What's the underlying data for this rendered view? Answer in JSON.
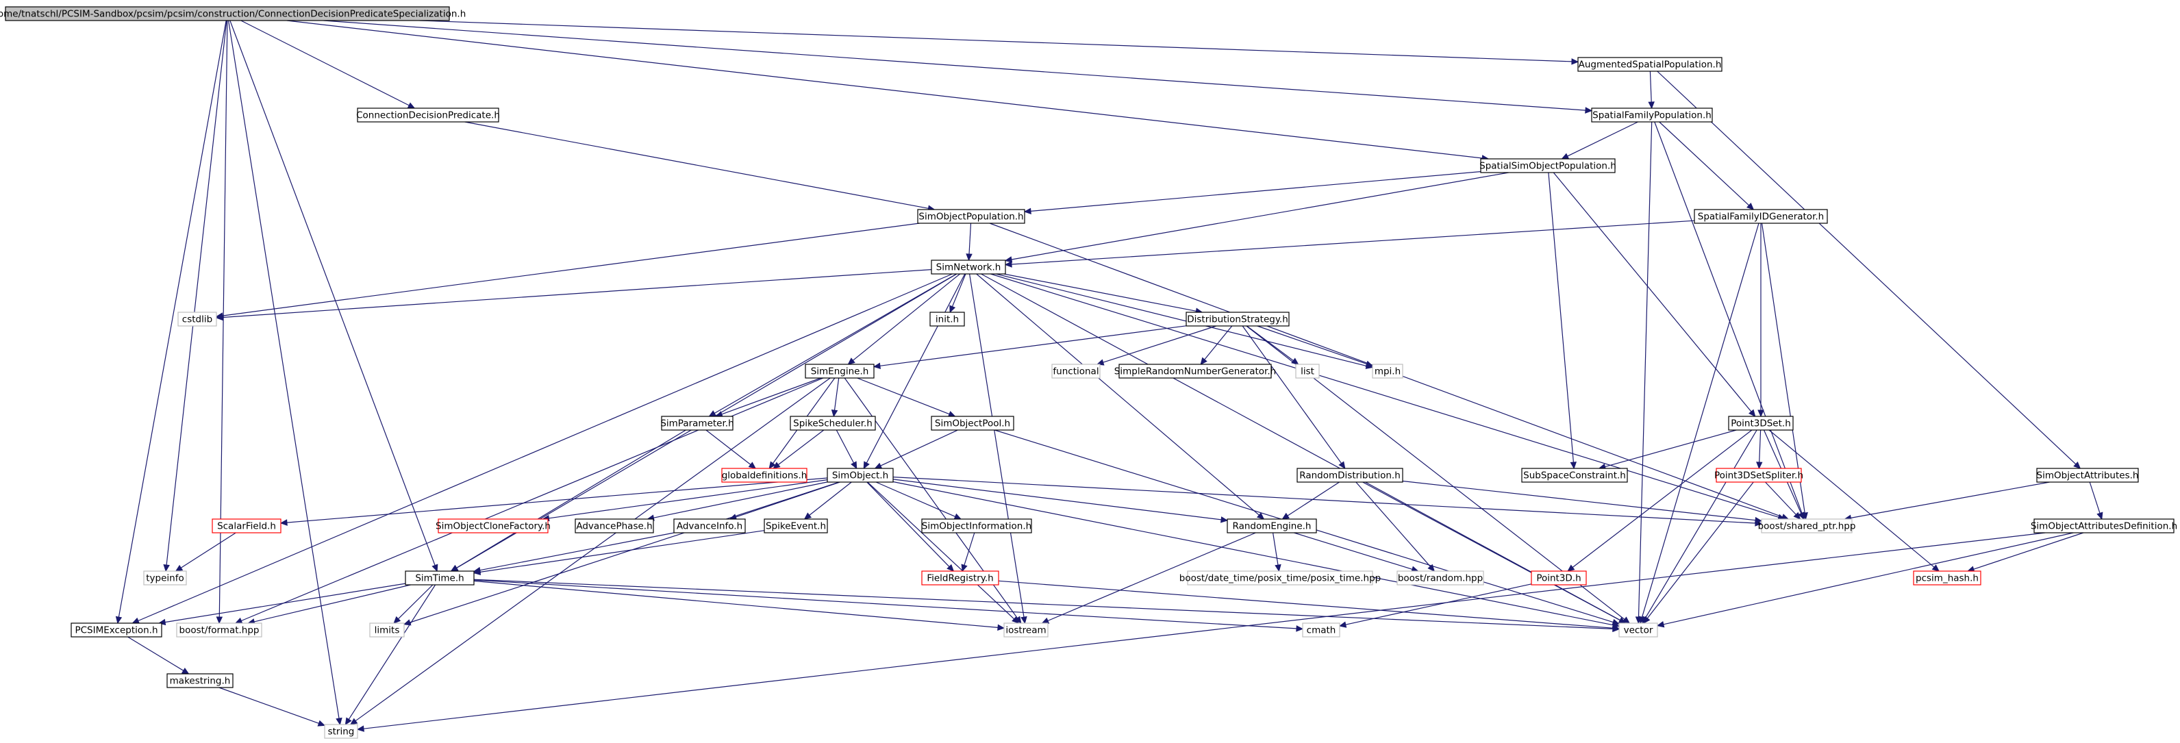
{
  "colors": {
    "edge": "#1a1a6e",
    "node_border": "#000000",
    "node_border_external": "#bfbfbf",
    "node_border_incomplete": "#ff0000",
    "root_fill": "#bfbfbf",
    "node_fill": "#ffffff"
  },
  "nodes": [
    {
      "id": "root",
      "label": "/home/tnatschl/PCSIM-Sandbox/pcsim/pcsim/construction/ConnectionDecisionPredicateSpecialization.h",
      "kind": "root"
    },
    {
      "id": "augsp",
      "label": "AugmentedSpatialPopulation.h",
      "kind": "normal"
    },
    {
      "id": "cdp",
      "label": "ConnectionDecisionPredicate.h",
      "kind": "normal"
    },
    {
      "id": "sfp",
      "label": "SpatialFamilyPopulation.h",
      "kind": "normal"
    },
    {
      "id": "ssop",
      "label": "SpatialSimObjectPopulation.h",
      "kind": "normal"
    },
    {
      "id": "sop",
      "label": "SimObjectPopulation.h",
      "kind": "normal"
    },
    {
      "id": "sfidg",
      "label": "SpatialFamilyIDGenerator.h",
      "kind": "normal"
    },
    {
      "id": "simnet",
      "label": "SimNetwork.h",
      "kind": "normal"
    },
    {
      "id": "cstdlib",
      "label": "cstdlib",
      "kind": "external"
    },
    {
      "id": "initc",
      "label": "init.h",
      "kind": "normal"
    },
    {
      "id": "dist",
      "label": "DistributionStrategy.h",
      "kind": "normal"
    },
    {
      "id": "simeng",
      "label": "SimEngine.h",
      "kind": "normal"
    },
    {
      "id": "functional",
      "label": "functional",
      "kind": "external"
    },
    {
      "id": "srng",
      "label": "SimpleRandomNumberGenerator.h",
      "kind": "normal"
    },
    {
      "id": "list",
      "label": "list",
      "kind": "external"
    },
    {
      "id": "mpi",
      "label": "mpi.h",
      "kind": "external"
    },
    {
      "id": "simparam",
      "label": "SimParameter.h",
      "kind": "normal"
    },
    {
      "id": "spikesch",
      "label": "SpikeScheduler.h",
      "kind": "normal"
    },
    {
      "id": "sopool",
      "label": "SimObjectPool.h",
      "kind": "normal"
    },
    {
      "id": "globdef",
      "label": "globaldefinitions.h",
      "kind": "incomplete"
    },
    {
      "id": "simobj",
      "label": "SimObject.h",
      "kind": "normal"
    },
    {
      "id": "randdist",
      "label": "RandomDistribution.h",
      "kind": "normal"
    },
    {
      "id": "p3dset",
      "label": "Point3DSet.h",
      "kind": "normal"
    },
    {
      "id": "ssc",
      "label": "SubSpaceConstraint.h",
      "kind": "normal"
    },
    {
      "id": "p3dsplit",
      "label": "Point3DSetSpliter.h",
      "kind": "incomplete"
    },
    {
      "id": "soattr",
      "label": "SimObjectAttributes.h",
      "kind": "normal"
    },
    {
      "id": "scalarf",
      "label": "ScalarField.h",
      "kind": "incomplete"
    },
    {
      "id": "soclone",
      "label": "SimObjectCloneFactory.h",
      "kind": "incomplete"
    },
    {
      "id": "advphase",
      "label": "AdvancePhase.h",
      "kind": "normal"
    },
    {
      "id": "advinfo",
      "label": "AdvanceInfo.h",
      "kind": "normal"
    },
    {
      "id": "spikeev",
      "label": "SpikeEvent.h",
      "kind": "normal"
    },
    {
      "id": "soinfo",
      "label": "SimObjectInformation.h",
      "kind": "normal"
    },
    {
      "id": "randeng",
      "label": "RandomEngine.h",
      "kind": "normal"
    },
    {
      "id": "shptr",
      "label": "boost/shared_ptr.hpp",
      "kind": "external"
    },
    {
      "id": "soattrdef",
      "label": "SimObjectAttributesDefinition.h",
      "kind": "normal"
    },
    {
      "id": "typeinfo",
      "label": "typeinfo",
      "kind": "external"
    },
    {
      "id": "fieldreg",
      "label": "FieldRegistry.h",
      "kind": "incomplete"
    },
    {
      "id": "posix",
      "label": "boost/date_time/posix_time/posix_time.hpp",
      "kind": "external"
    },
    {
      "id": "brandom",
      "label": "boost/random.hpp",
      "kind": "external"
    },
    {
      "id": "point3d",
      "label": "Point3D.h",
      "kind": "incomplete"
    },
    {
      "id": "pcsimhash",
      "label": "pcsim_hash.h",
      "kind": "incomplete"
    },
    {
      "id": "simtime",
      "label": "SimTime.h",
      "kind": "normal"
    },
    {
      "id": "pcsimexc",
      "label": "PCSIMException.h",
      "kind": "normal"
    },
    {
      "id": "bformat",
      "label": "boost/format.hpp",
      "kind": "external"
    },
    {
      "id": "limits",
      "label": "limits",
      "kind": "external"
    },
    {
      "id": "iostream",
      "label": "iostream",
      "kind": "external"
    },
    {
      "id": "cmath",
      "label": "cmath",
      "kind": "external"
    },
    {
      "id": "vector",
      "label": "vector",
      "kind": "external"
    },
    {
      "id": "makestr",
      "label": "makestring.h",
      "kind": "normal"
    },
    {
      "id": "string",
      "label": "string",
      "kind": "external"
    }
  ],
  "edges": [
    [
      "root",
      "augsp"
    ],
    [
      "root",
      "cdp"
    ],
    [
      "root",
      "sfp"
    ],
    [
      "root",
      "ssop"
    ],
    [
      "root",
      "simtime"
    ],
    [
      "root",
      "typeinfo"
    ],
    [
      "root",
      "pcsimexc"
    ],
    [
      "root",
      "bformat"
    ],
    [
      "root",
      "string"
    ],
    [
      "augsp",
      "sfp"
    ],
    [
      "augsp",
      "soattr"
    ],
    [
      "cdp",
      "sop"
    ],
    [
      "sfp",
      "ssop"
    ],
    [
      "sfp",
      "sfidg"
    ],
    [
      "sfp",
      "vector"
    ],
    [
      "sfp",
      "shptr"
    ],
    [
      "ssop",
      "sop"
    ],
    [
      "ssop",
      "simnet"
    ],
    [
      "ssop",
      "ssc"
    ],
    [
      "ssop",
      "p3dset"
    ],
    [
      "sop",
      "simnet"
    ],
    [
      "sop",
      "cstdlib"
    ],
    [
      "sop",
      "shptr"
    ],
    [
      "sfidg",
      "simnet"
    ],
    [
      "sfidg",
      "p3dset"
    ],
    [
      "sfidg",
      "shptr"
    ],
    [
      "sfidg",
      "vector"
    ],
    [
      "simnet",
      "cstdlib"
    ],
    [
      "simnet",
      "initc"
    ],
    [
      "simnet",
      "dist"
    ],
    [
      "simnet",
      "simeng"
    ],
    [
      "simnet",
      "simparam"
    ],
    [
      "simnet",
      "simobj"
    ],
    [
      "simnet",
      "mpi"
    ],
    [
      "simnet",
      "randeng"
    ],
    [
      "simnet",
      "iostream"
    ],
    [
      "simnet",
      "pcsimexc"
    ],
    [
      "simnet",
      "simtime"
    ],
    [
      "simnet",
      "shptr"
    ],
    [
      "simnet",
      "vector"
    ],
    [
      "dist",
      "simeng"
    ],
    [
      "dist",
      "functional"
    ],
    [
      "dist",
      "srng"
    ],
    [
      "dist",
      "list"
    ],
    [
      "dist",
      "mpi"
    ],
    [
      "dist",
      "randdist"
    ],
    [
      "dist",
      "vector"
    ],
    [
      "simeng",
      "simparam"
    ],
    [
      "simeng",
      "spikesch"
    ],
    [
      "simeng",
      "sopool"
    ],
    [
      "simeng",
      "globdef"
    ],
    [
      "simeng",
      "iostream"
    ],
    [
      "simeng",
      "bformat"
    ],
    [
      "simeng",
      "string"
    ],
    [
      "simparam",
      "globdef"
    ],
    [
      "simparam",
      "simtime"
    ],
    [
      "spikesch",
      "globdef"
    ],
    [
      "spikesch",
      "simobj"
    ],
    [
      "sopool",
      "simobj"
    ],
    [
      "sopool",
      "vector"
    ],
    [
      "simobj",
      "scalarf"
    ],
    [
      "simobj",
      "soclone"
    ],
    [
      "simobj",
      "advphase"
    ],
    [
      "simobj",
      "advinfo"
    ],
    [
      "simobj",
      "spikeev"
    ],
    [
      "simobj",
      "soinfo"
    ],
    [
      "simobj",
      "fieldreg"
    ],
    [
      "simobj",
      "randeng"
    ],
    [
      "simobj",
      "shptr"
    ],
    [
      "simobj",
      "limits"
    ],
    [
      "simobj",
      "iostream"
    ],
    [
      "simobj",
      "vector"
    ],
    [
      "randdist",
      "randeng"
    ],
    [
      "randdist",
      "brandom"
    ],
    [
      "randdist",
      "shptr"
    ],
    [
      "randdist",
      "vector"
    ],
    [
      "p3dset",
      "ssc"
    ],
    [
      "p3dset",
      "p3dsplit"
    ],
    [
      "p3dset",
      "point3d"
    ],
    [
      "p3dset",
      "shptr"
    ],
    [
      "p3dset",
      "pcsimhash"
    ],
    [
      "p3dset",
      "vector"
    ],
    [
      "p3dsplit",
      "shptr"
    ],
    [
      "p3dsplit",
      "vector"
    ],
    [
      "soattr",
      "soattrdef"
    ],
    [
      "soattr",
      "shptr"
    ],
    [
      "soattrdef",
      "pcsimhash"
    ],
    [
      "soattrdef",
      "vector"
    ],
    [
      "soattrdef",
      "string"
    ],
    [
      "scalarf",
      "typeinfo"
    ],
    [
      "advinfo",
      "simtime"
    ],
    [
      "spikeev",
      "simtime"
    ],
    [
      "soinfo",
      "fieldreg"
    ],
    [
      "fieldreg",
      "vector"
    ],
    [
      "randeng",
      "posix"
    ],
    [
      "randeng",
      "brandom"
    ],
    [
      "randeng",
      "iostream"
    ],
    [
      "point3d",
      "cmath"
    ],
    [
      "simtime",
      "pcsimexc"
    ],
    [
      "simtime",
      "bformat"
    ],
    [
      "simtime",
      "limits"
    ],
    [
      "simtime",
      "iostream"
    ],
    [
      "simtime",
      "cmath"
    ],
    [
      "simtime",
      "vector"
    ],
    [
      "simtime",
      "string"
    ],
    [
      "pcsimexc",
      "makestr"
    ],
    [
      "makestr",
      "string"
    ]
  ]
}
